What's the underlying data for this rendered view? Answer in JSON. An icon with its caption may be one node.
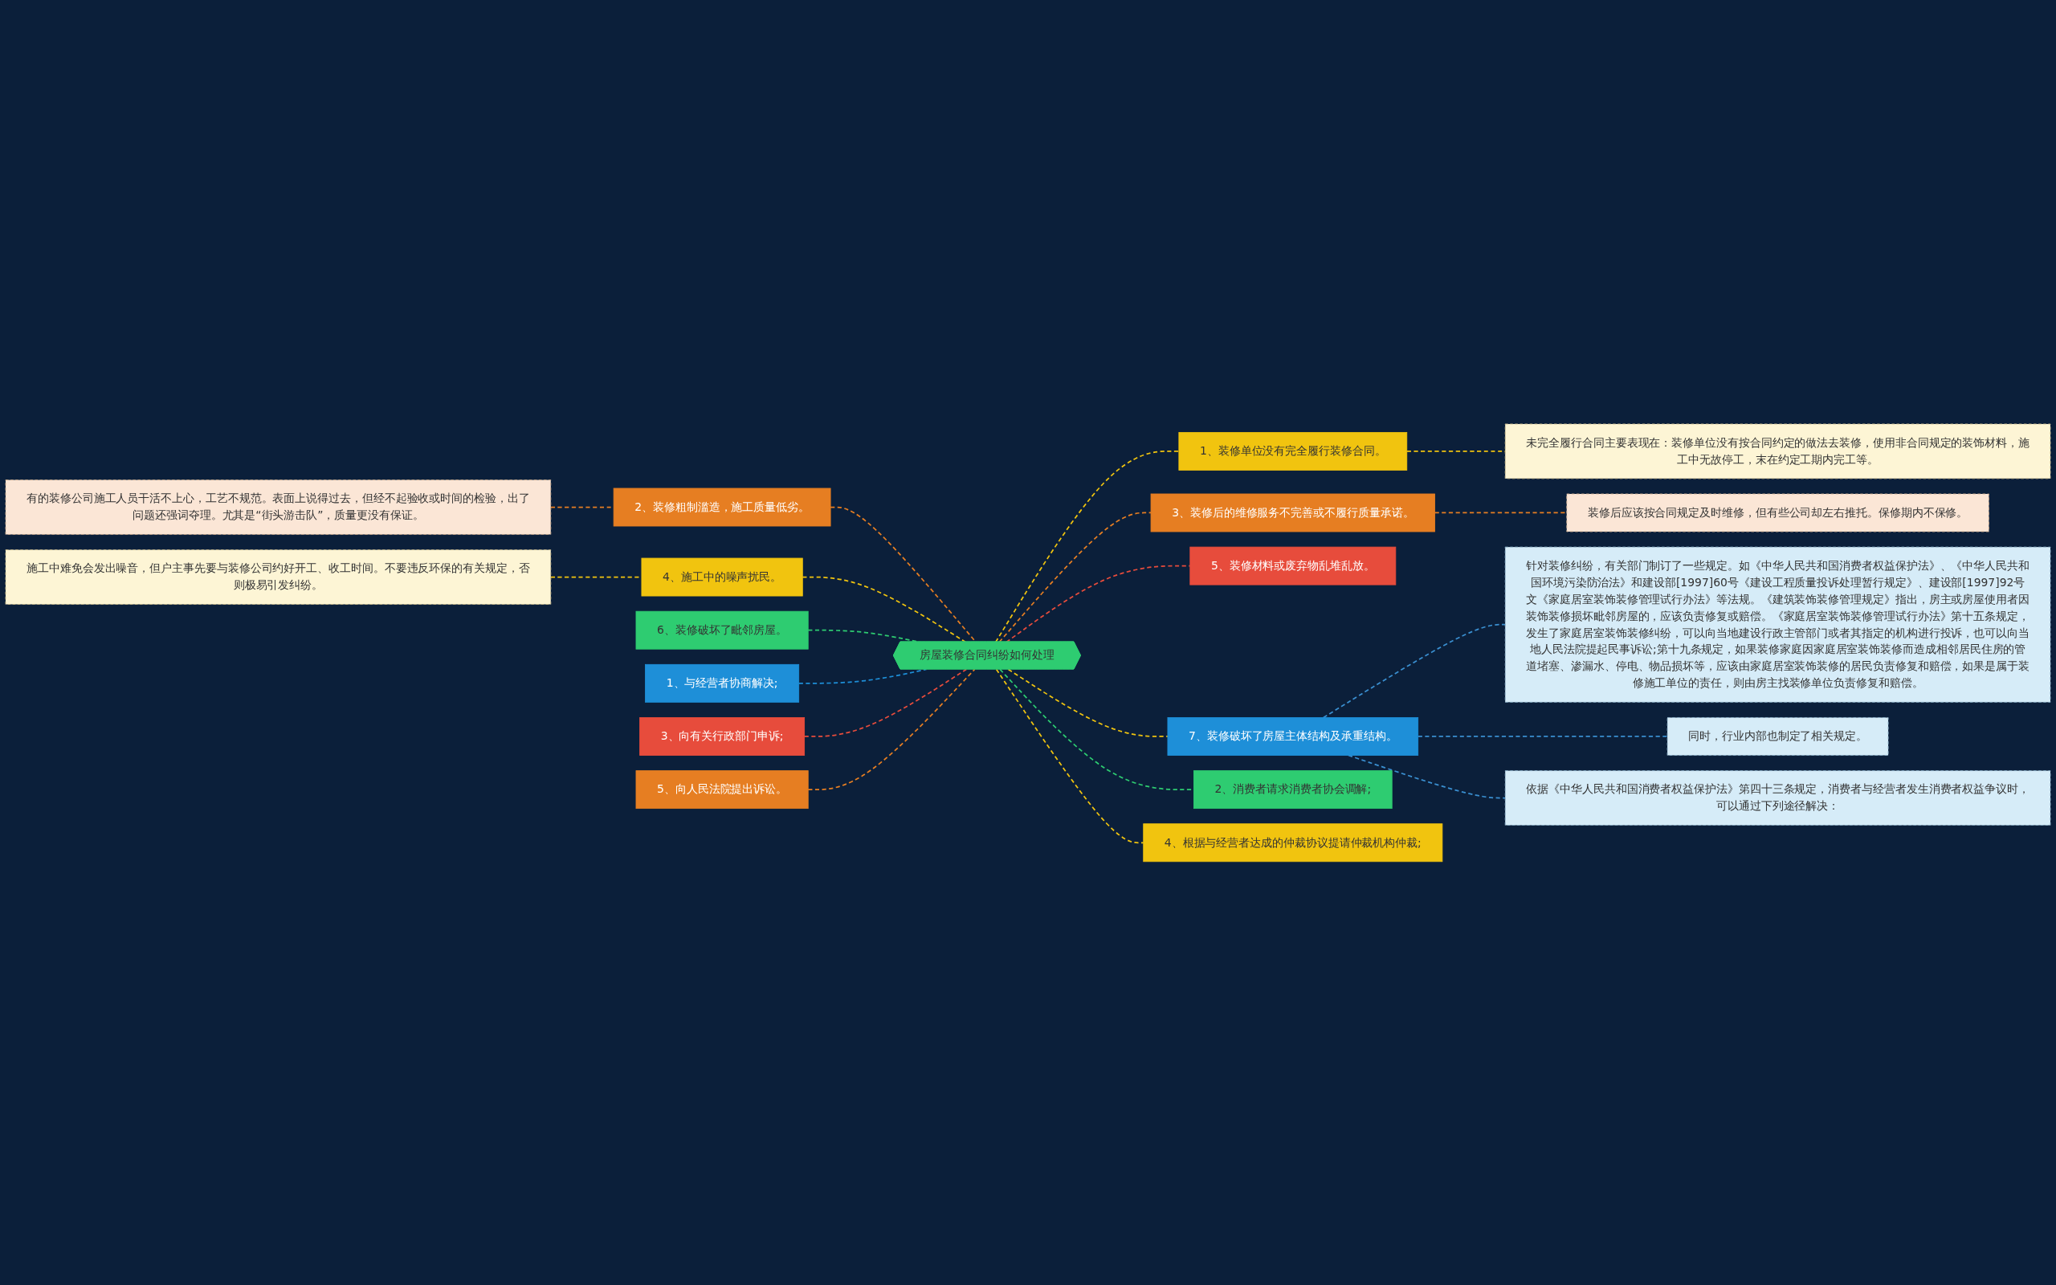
{
  "diagram": {
    "nodes": [
      {
        "text": [
          "房屋装修合同纠纷如何处理"
        ]
      },
      {
        "text": [
          "1、装修单位没有完全履行装修合同。"
        ]
      },
      {
        "text": [
          "未完全履行合同主要表现在：装修单位没有按合同约定的做法去装修，使用非合同规定的装饰材料，施工中无故停工，末在约定工期内完工等。"
        ]
      },
      {
        "text": [
          "3、装修后的维修服务不完善或不履行质量承诺。"
        ]
      },
      {
        "text": [
          "装修后应该按合同规定及时维修，但有些公司却左右推托。保修期内不保修。"
        ]
      },
      {
        "text": [
          "5、装修材料或废弃物乱堆乱放。"
        ]
      },
      {
        "text": [
          "7、装修破坏了房屋主体结构及承重结构。"
        ]
      },
      {
        "text": [
          "针对装修纠纷，有关部门制订了一些规定。如《中华人民共和国消费者权益保护法》、《中华人民共和国环境污染防治法》和建设部[1997]60号《建设工程质量投诉处理暂行规定》、建设部[1997]92号文《家庭居室装饰装修管理试行办法》等法规。《建筑装饰装修管理规定》指出，房主或房屋使用者因装饰装修损坏毗邻房屋的，应该负责修复或赔偿。《家庭居室装饰装修管理试行办法》第十五条规定，发生了家庭居室装饰装修纠纷，可以向当地建设行政主管部门或者其指定的机构进行投诉，也可以向当地人民法院提起民事诉讼;第十九条规定，如果装修家庭因家庭居室装饰装修而造成相邻居民住房的管道堵塞、渗漏水、停电、物品损坏等，应该由家庭居室装饰装修的居民负责修复和赔偿，如果是属于装修施工单位的责任，则由房主找装修单位负责修复和赔偿。"
        ]
      },
      {
        "text": [
          "同时，行业内部也制定了相关规定。"
        ]
      },
      {
        "text": [
          "依据《中华人民共和国消费者权益保护法》第四十三条规定，消费者与经营者发生消费者权益争议时，可以通过下列途径解决："
        ]
      },
      {
        "text": [
          "2、消费者请求消费者协会调解;"
        ]
      },
      {
        "text": [
          "4、根据与经营者达成的仲裁协议提请仲裁机构仲裁;"
        ]
      },
      {
        "text": [
          "有的装修公司施工人员干活不上心，工艺不规范。表面上说得过去，但经不起验收或时间的检验，出了问题还强词夺理。尤其是“街头游击队”，质量更没有保证。"
        ]
      },
      {
        "text": [
          "2、装修粗制滥造，施工质量低劣。"
        ]
      },
      {
        "text": [
          "施工中难免会发出噪音，但户主事先要与装修公司约好开工、收工时间。不要违反环保的有关规定，否则极易引发纠纷。"
        ]
      },
      {
        "text": [
          "4、施工中的噪声扰民。"
        ]
      },
      {
        "text": [
          "6、装修破坏了毗邻房屋。"
        ]
      },
      {
        "text": [
          "1、与经营者协商解决;"
        ]
      },
      {
        "text": [
          "3、向有关行政部门申诉;"
        ]
      },
      {
        "text": [
          "5、向人民法院提出诉讼。"
        ]
      }
    ],
    "edges": [
      {
        "from": 0,
        "to": 1,
        "arrow": "none",
        "style": "dashed",
        "color": "#f1c40f"
      },
      {
        "from": 1,
        "to": 2,
        "arrow": "none",
        "style": "dashed",
        "color": "#f1c40f"
      },
      {
        "from": 0,
        "to": 3,
        "arrow": "none",
        "style": "dashed",
        "color": "#e67e22"
      },
      {
        "from": 3,
        "to": 4,
        "arrow": "none",
        "style": "dashed",
        "color": "#e67e22"
      },
      {
        "from": 0,
        "to": 5,
        "arrow": "none",
        "style": "dashed",
        "color": "#e74c3c"
      },
      {
        "from": 0,
        "to": 6,
        "arrow": "none",
        "style": "dashed",
        "color": "#f1c40f"
      },
      {
        "from": 6,
        "to": 7,
        "arrow": "none",
        "style": "dashed",
        "color": "#3a8fd0"
      },
      {
        "from": 6,
        "to": 8,
        "arrow": "none",
        "style": "dashed",
        "color": "#3a8fd0"
      },
      {
        "from": 6,
        "to": 9,
        "arrow": "none",
        "style": "dashed",
        "color": "#3a8fd0"
      },
      {
        "from": 0,
        "to": 10,
        "arrow": "none",
        "style": "dashed",
        "color": "#2ecc71"
      },
      {
        "from": 0,
        "to": 11,
        "arrow": "none",
        "style": "dashed",
        "color": "#f1c40f"
      },
      {
        "from": 12,
        "to": 13,
        "arrow": "none",
        "style": "dashed",
        "color": "#e67e22"
      },
      {
        "from": 13,
        "to": 0,
        "arrow": "none",
        "style": "dashed",
        "color": "#e67e22"
      },
      {
        "from": 14,
        "to": 15,
        "arrow": "none",
        "style": "dashed",
        "color": "#f1c40f"
      },
      {
        "from": 15,
        "to": 0,
        "arrow": "none",
        "style": "dashed",
        "color": "#f1c40f"
      },
      {
        "from": 16,
        "to": 0,
        "arrow": "none",
        "style": "dashed",
        "color": "#2ecc71"
      },
      {
        "from": 17,
        "to": 0,
        "arrow": "none",
        "style": "dashed",
        "color": "#1e8fd8"
      },
      {
        "from": 18,
        "to": 0,
        "arrow": "none",
        "style": "dashed",
        "color": "#e74c3c"
      },
      {
        "from": 19,
        "to": 0,
        "arrow": "none",
        "style": "dashed",
        "color": "#e67e22"
      }
    ]
  }
}
